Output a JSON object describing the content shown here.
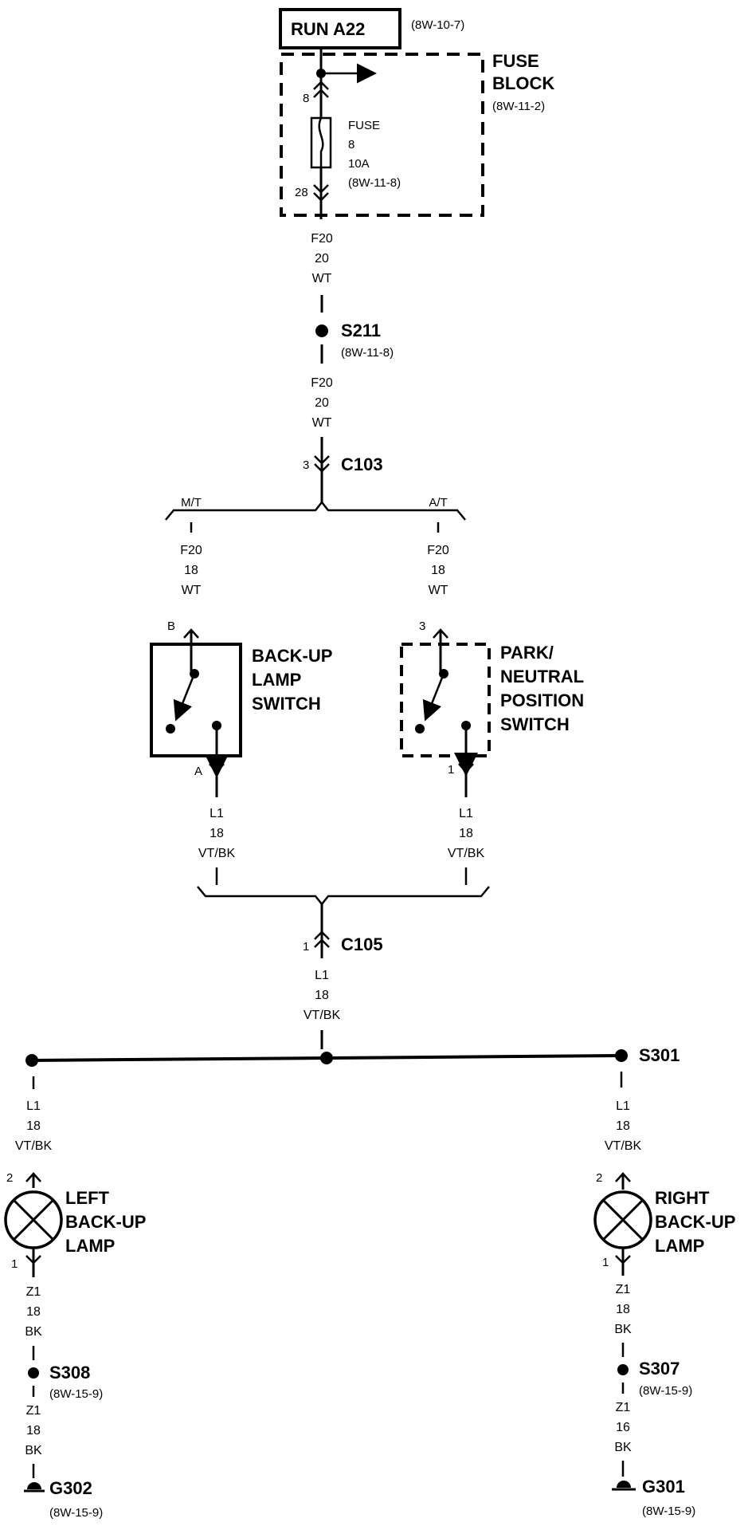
{
  "power": {
    "label": "RUN A22",
    "ref": "(8W-10-7)"
  },
  "fuse_block": {
    "title_line1": "FUSE",
    "title_line2": "BLOCK",
    "ref": "(8W-11-2)",
    "fuse_line1": "FUSE",
    "fuse_line2": "8",
    "fuse_line3": "10A",
    "fuse_ref": "(8W-11-8)",
    "pin_top": "8",
    "pin_bottom": "28"
  },
  "wire1": {
    "circuit": "F20",
    "gauge": "20",
    "color": "WT"
  },
  "s211": {
    "label": "S211",
    "ref": "(8W-11-8)"
  },
  "wire2": {
    "circuit": "F20",
    "gauge": "20",
    "color": "WT"
  },
  "c103": {
    "label": "C103",
    "pin": "3"
  },
  "branch_top": {
    "left": "M/T",
    "right": "A/T"
  },
  "wire_mt": {
    "circuit": "F20",
    "gauge": "18",
    "color": "WT"
  },
  "wire_at": {
    "circuit": "F20",
    "gauge": "18",
    "color": "WT"
  },
  "backup_switch": {
    "line1": "BACK-UP",
    "line2": "LAMP",
    "line3": "SWITCH",
    "pin_in": "B",
    "pin_out": "A"
  },
  "pn_switch": {
    "line1": "PARK/",
    "line2": "NEUTRAL",
    "line3": "POSITION",
    "line4": "SWITCH",
    "pin_in": "3",
    "pin_out": "1"
  },
  "wire_l_left": {
    "circuit": "L1",
    "gauge": "18",
    "color": "VT/BK"
  },
  "wire_l_right": {
    "circuit": "L1",
    "gauge": "18",
    "color": "VT/BK"
  },
  "c105": {
    "label": "C105",
    "pin": "1"
  },
  "wire_c105": {
    "circuit": "L1",
    "gauge": "18",
    "color": "VT/BK"
  },
  "s301": {
    "label": "S301"
  },
  "wire_left_lamp": {
    "circuit": "L1",
    "gauge": "18",
    "color": "VT/BK"
  },
  "wire_right_lamp": {
    "circuit": "L1",
    "gauge": "18",
    "color": "VT/BK"
  },
  "left_lamp": {
    "line1": "LEFT",
    "line2": "BACK-UP",
    "line3": "LAMP",
    "pin_in": "2",
    "pin_out": "1"
  },
  "right_lamp": {
    "line1": "RIGHT",
    "line2": "BACK-UP",
    "line3": "LAMP",
    "pin_in": "2",
    "pin_out": "1"
  },
  "wire_left_gnd1": {
    "circuit": "Z1",
    "gauge": "18",
    "color": "BK"
  },
  "wire_right_gnd1": {
    "circuit": "Z1",
    "gauge": "18",
    "color": "BK"
  },
  "s308": {
    "label": "S308",
    "ref": "(8W-15-9)"
  },
  "s307": {
    "label": "S307",
    "ref": "(8W-15-9)"
  },
  "wire_left_gnd2": {
    "circuit": "Z1",
    "gauge": "18",
    "color": "BK"
  },
  "wire_right_gnd2": {
    "circuit": "Z1",
    "gauge": "16",
    "color": "BK"
  },
  "g302": {
    "label": "G302",
    "ref": "(8W-15-9)"
  },
  "g301": {
    "label": "G301",
    "ref": "(8W-15-9)"
  }
}
